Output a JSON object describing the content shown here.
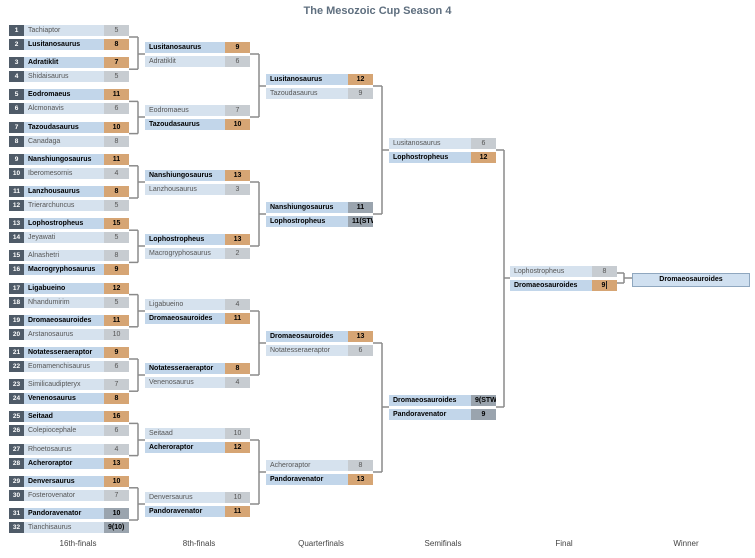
{
  "title": "The Mesozoic Cup Season 4",
  "rounds": [
    "16th-finals",
    "8th-finals",
    "Quarterfinals",
    "Semifinals",
    "Final",
    "Winner"
  ],
  "champion": "Dromaeosauroides",
  "r32": [
    [
      {
        "seed": "1",
        "name": "Tachiaptor",
        "score": "5",
        "win": false
      },
      {
        "seed": "2",
        "name": "Lusitanosaurus",
        "score": "8",
        "win": true
      }
    ],
    [
      {
        "seed": "3",
        "name": "Adratiklit",
        "score": "7",
        "win": true
      },
      {
        "seed": "4",
        "name": "Shidaisaurus",
        "score": "5",
        "win": false
      }
    ],
    [
      {
        "seed": "5",
        "name": "Eodromaeus",
        "score": "11",
        "win": true
      },
      {
        "seed": "6",
        "name": "Alcmonavis",
        "score": "6",
        "win": false
      }
    ],
    [
      {
        "seed": "7",
        "name": "Tazoudasaurus",
        "score": "10",
        "win": true
      },
      {
        "seed": "8",
        "name": "Canadaga",
        "score": "8",
        "win": false
      }
    ],
    [
      {
        "seed": "9",
        "name": "Nanshiungosaurus",
        "score": "11",
        "win": true
      },
      {
        "seed": "10",
        "name": "Iberomesornis",
        "score": "4",
        "win": false
      }
    ],
    [
      {
        "seed": "11",
        "name": "Lanzhousaurus",
        "score": "8",
        "win": true
      },
      {
        "seed": "12",
        "name": "Trierarchuncus",
        "score": "5",
        "win": false
      }
    ],
    [
      {
        "seed": "13",
        "name": "Lophostropheus",
        "score": "15",
        "win": true
      },
      {
        "seed": "14",
        "name": "Jeyawati",
        "score": "5",
        "win": false
      }
    ],
    [
      {
        "seed": "15",
        "name": "Alnashetri",
        "score": "8",
        "win": false
      },
      {
        "seed": "16",
        "name": "Macrogryphosaurus",
        "score": "9",
        "win": true
      }
    ],
    [
      {
        "seed": "17",
        "name": "Ligabueino",
        "score": "12",
        "win": true
      },
      {
        "seed": "18",
        "name": "Nhandumirim",
        "score": "5",
        "win": false
      }
    ],
    [
      {
        "seed": "19",
        "name": "Dromaeosauroides",
        "score": "11",
        "win": true
      },
      {
        "seed": "20",
        "name": "Arstanosaurus",
        "score": "10",
        "win": false
      }
    ],
    [
      {
        "seed": "21",
        "name": "Notatesseraeraptor",
        "score": "9",
        "win": true
      },
      {
        "seed": "22",
        "name": "Eomamenchisaurus",
        "score": "6",
        "win": false
      }
    ],
    [
      {
        "seed": "23",
        "name": "Similicaudipteryx",
        "score": "7",
        "win": false
      },
      {
        "seed": "24",
        "name": "Venenosaurus",
        "score": "8",
        "win": true
      }
    ],
    [
      {
        "seed": "25",
        "name": "Seitaad",
        "score": "16",
        "win": true
      },
      {
        "seed": "26",
        "name": "Colepiocephale",
        "score": "6",
        "win": false
      }
    ],
    [
      {
        "seed": "27",
        "name": "Rhoetosaurus",
        "score": "4",
        "win": false
      },
      {
        "seed": "28",
        "name": "Acheroraptor",
        "score": "13",
        "win": true
      }
    ],
    [
      {
        "seed": "29",
        "name": "Denversaurus",
        "score": "10",
        "win": true
      },
      {
        "seed": "30",
        "name": "Fosterovenator",
        "score": "7",
        "win": false
      }
    ],
    [
      {
        "seed": "31",
        "name": "Pandoravenator",
        "score": "10",
        "win": true,
        "dark": true
      },
      {
        "seed": "32",
        "name": "Tianchisaurus",
        "score": "9(10)",
        "win": false,
        "dark": true
      }
    ]
  ],
  "r16": [
    [
      {
        "name": "Lusitanosaurus",
        "score": "9",
        "win": true
      },
      {
        "name": "Adratiklit",
        "score": "6",
        "win": false
      }
    ],
    [
      {
        "name": "Eodromaeus",
        "score": "7",
        "win": false
      },
      {
        "name": "Tazoudasaurus",
        "score": "10",
        "win": true
      }
    ],
    [
      {
        "name": "Nanshiungosaurus",
        "score": "13",
        "win": true
      },
      {
        "name": "Lanzhousaurus",
        "score": "3",
        "win": false
      }
    ],
    [
      {
        "name": "Lophostropheus",
        "score": "13",
        "win": true
      },
      {
        "name": "Macrogryphosaurus",
        "score": "2",
        "win": false
      }
    ],
    [
      {
        "name": "Ligabueino",
        "score": "4",
        "win": false
      },
      {
        "name": "Dromaeosauroides",
        "score": "11",
        "win": true
      }
    ],
    [
      {
        "name": "Notatesseraeraptor",
        "score": "8",
        "win": true
      },
      {
        "name": "Venenosaurus",
        "score": "4",
        "win": false
      }
    ],
    [
      {
        "name": "Seitaad",
        "score": "10",
        "win": false
      },
      {
        "name": "Acheroraptor",
        "score": "12",
        "win": true
      }
    ],
    [
      {
        "name": "Denversaurus",
        "score": "10",
        "win": false
      },
      {
        "name": "Pandoravenator",
        "score": "11",
        "win": true
      }
    ]
  ],
  "qf": [
    [
      {
        "name": "Lusitanosaurus",
        "score": "12",
        "win": true
      },
      {
        "name": "Tazoudasaurus",
        "score": "9",
        "win": false
      }
    ],
    [
      {
        "name": "Nanshiungosaurus",
        "score": "11",
        "win": true,
        "dark": true
      },
      {
        "name": "Lophostropheus",
        "score": "11(STW)",
        "win": true,
        "dark": true
      }
    ],
    [
      {
        "name": "Dromaeosauroides",
        "score": "13",
        "win": true
      },
      {
        "name": "Notatesseraeraptor",
        "score": "6",
        "win": false
      }
    ],
    [
      {
        "name": "Acheroraptor",
        "score": "8",
        "win": false
      },
      {
        "name": "Pandoravenator",
        "score": "13",
        "win": true
      }
    ]
  ],
  "sf": [
    [
      {
        "name": "Lusitanosaurus",
        "score": "6",
        "win": false
      },
      {
        "name": "Lophostropheus",
        "score": "12",
        "win": true
      }
    ],
    [
      {
        "name": "Dromaeosauroides",
        "score": "9(STW)",
        "win": true,
        "dark": true
      },
      {
        "name": "Pandoravenator",
        "score": "9",
        "win": true,
        "dark": true
      }
    ]
  ],
  "final": [
    [
      {
        "name": "Lophostropheus",
        "score": "8",
        "win": false
      },
      {
        "name": "Dromaeosauroides",
        "score": "9",
        "win": true,
        "caret": true
      }
    ]
  ]
}
